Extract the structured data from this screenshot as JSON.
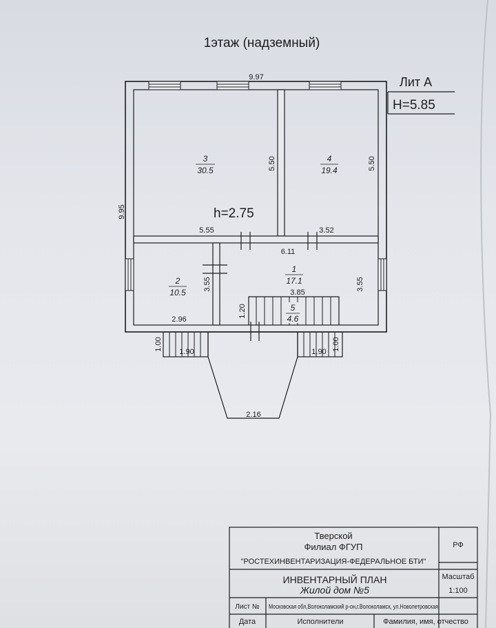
{
  "title": "1этаж (надземный)",
  "lit": "Лит А",
  "height_total": "H=5.85",
  "ceiling_height": "h=2.75",
  "dimensions": {
    "top": "9.97",
    "left": "9.95",
    "room3_h": "5.50",
    "room4_h": "5.50",
    "room3_w": "5.55",
    "room4_w": "3.52",
    "room1_w": "6.11",
    "room2_h": "3.55",
    "room1_h": "3.55",
    "room2_w": "2.96",
    "stair_w": "3.85",
    "stair_h": "1.20",
    "step_left_h": "1.00",
    "step_left_w": "1.90",
    "step_right_h": "1.00",
    "step_right_w": "1.90",
    "porch_w": "2.16"
  },
  "rooms": [
    {
      "num": "3",
      "area": "30.5"
    },
    {
      "num": "4",
      "area": "19.4"
    },
    {
      "num": "2",
      "area": "10.5"
    },
    {
      "num": "1",
      "area": "17.1"
    },
    {
      "num": "5",
      "area": "4.6"
    }
  ],
  "stamp": {
    "org1": "Тверской",
    "org2": "Филиал ФГУП",
    "org3": "\"РОСТЕХИНВЕНТАРИЗАЦИЯ-ФЕДЕРАЛЬНОЕ БТИ\"",
    "code": "РФ",
    "plan_title": "ИНВЕНТАРНЫЙ ПЛАН",
    "plan_subtitle": "Жилой дом №5",
    "scale_label": "Масштаб",
    "scale_value": "1:100",
    "sheet_label": "Лист №",
    "address": "Московская обл,Волоколамский р-он,г.Волоколамск, ул.Новолетровская",
    "date_label": "Дата",
    "executors_label": "Исполнители",
    "fio_label": "Фамилия, имя, отчество"
  },
  "colors": {
    "ink": "#1c1c1c",
    "paper": "#e6e7ec"
  }
}
